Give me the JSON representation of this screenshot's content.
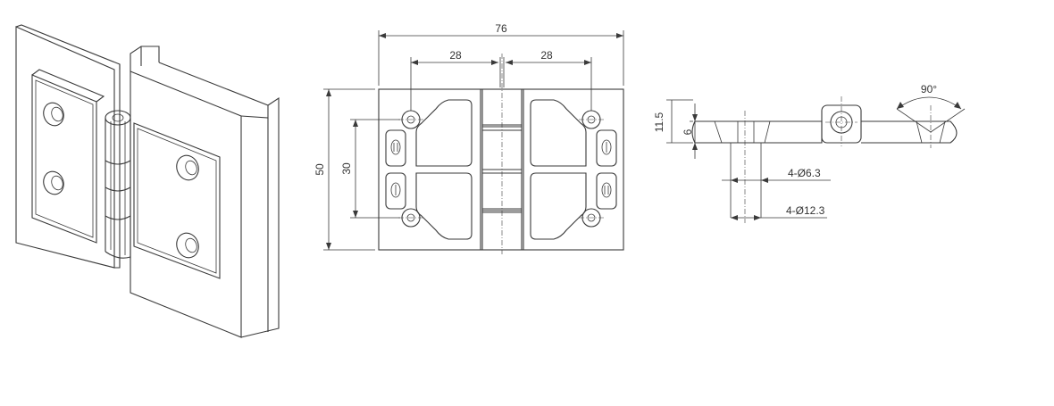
{
  "drawing": {
    "dimensions": {
      "overall_width": "76",
      "hole_pitch_left": "28",
      "hole_pitch_right": "28",
      "overall_height": "50",
      "hole_vertical_pitch": "30",
      "side_thickness": "11.5",
      "plate_thickness": "6",
      "hole_diameter": "4-Ø6.3",
      "counterbore_diameter": "4-Ø12.3",
      "opening_angle": "90°"
    },
    "colors": {
      "line": "#3a3a3a",
      "text": "#333333",
      "background": "#ffffff"
    }
  }
}
